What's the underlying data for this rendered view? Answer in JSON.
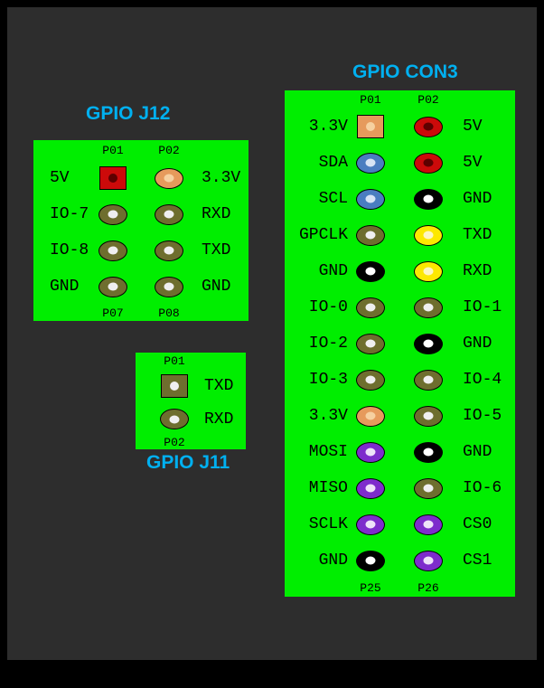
{
  "colors": {
    "frame": "#000000",
    "background": "#2d2d2d",
    "block": "#00ee00",
    "title": "#00b0f0",
    "label": "#000000"
  },
  "pin_colors": {
    "red": {
      "ring": "#cc0a0a",
      "hole": "#5e0000"
    },
    "orange": {
      "ring": "#e69a5c",
      "hole": "#f6d0a0"
    },
    "olive": {
      "ring": "#6e6e2e",
      "hole": "#efefef"
    },
    "black": {
      "ring": "#000000",
      "hole": "#ffffff"
    },
    "yellow": {
      "ring": "#fde800",
      "hole": "#fdf6c3"
    },
    "blue": {
      "ring": "#4a7dc0",
      "hole": "#d7e3f4"
    },
    "purple": {
      "ring": "#7e2ccc",
      "hole": "#eee2f8"
    }
  },
  "j12": {
    "title": "GPIO J12",
    "top_labels": [
      "P01",
      "P02"
    ],
    "bottom_labels": [
      "P07",
      "P08"
    ],
    "rows": [
      {
        "left_label": "5V",
        "pins": [
          {
            "color": "red",
            "shape": "square"
          },
          {
            "color": "orange",
            "shape": "oval"
          }
        ],
        "right_label": "3.3V"
      },
      {
        "left_label": "IO-7",
        "pins": [
          {
            "color": "olive",
            "shape": "oval"
          },
          {
            "color": "olive",
            "shape": "oval"
          }
        ],
        "right_label": "RXD"
      },
      {
        "left_label": "IO-8",
        "pins": [
          {
            "color": "olive",
            "shape": "oval"
          },
          {
            "color": "olive",
            "shape": "oval"
          }
        ],
        "right_label": "TXD"
      },
      {
        "left_label": "GND",
        "pins": [
          {
            "color": "olive",
            "shape": "oval"
          },
          {
            "color": "olive",
            "shape": "oval"
          }
        ],
        "right_label": "GND"
      }
    ]
  },
  "j11": {
    "title": "GPIO J11",
    "top_label": "P01",
    "bottom_label": "P02",
    "rows": [
      {
        "pin": {
          "color": "olive",
          "shape": "square"
        },
        "label": "TXD"
      },
      {
        "pin": {
          "color": "olive",
          "shape": "oval"
        },
        "label": "RXD"
      }
    ]
  },
  "con3": {
    "title": "GPIO CON3",
    "top_labels": [
      "P01",
      "P02"
    ],
    "bottom_labels": [
      "P25",
      "P26"
    ],
    "rows": [
      {
        "left_label": "3.3V",
        "pins": [
          {
            "color": "orange",
            "shape": "square"
          },
          {
            "color": "red",
            "shape": "oval"
          }
        ],
        "right_label": "5V"
      },
      {
        "left_label": "SDA",
        "pins": [
          {
            "color": "blue",
            "shape": "oval"
          },
          {
            "color": "red",
            "shape": "oval"
          }
        ],
        "right_label": "5V"
      },
      {
        "left_label": "SCL",
        "pins": [
          {
            "color": "blue",
            "shape": "oval"
          },
          {
            "color": "black",
            "shape": "oval"
          }
        ],
        "right_label": "GND"
      },
      {
        "left_label": "GPCLK",
        "pins": [
          {
            "color": "olive",
            "shape": "oval"
          },
          {
            "color": "yellow",
            "shape": "oval"
          }
        ],
        "right_label": "TXD"
      },
      {
        "left_label": "GND",
        "pins": [
          {
            "color": "black",
            "shape": "oval"
          },
          {
            "color": "yellow",
            "shape": "oval"
          }
        ],
        "right_label": "RXD"
      },
      {
        "left_label": "IO-0",
        "pins": [
          {
            "color": "olive",
            "shape": "oval"
          },
          {
            "color": "olive",
            "shape": "oval"
          }
        ],
        "right_label": "IO-1"
      },
      {
        "left_label": "IO-2",
        "pins": [
          {
            "color": "olive",
            "shape": "oval"
          },
          {
            "color": "black",
            "shape": "oval"
          }
        ],
        "right_label": "GND"
      },
      {
        "left_label": "IO-3",
        "pins": [
          {
            "color": "olive",
            "shape": "oval"
          },
          {
            "color": "olive",
            "shape": "oval"
          }
        ],
        "right_label": "IO-4"
      },
      {
        "left_label": "3.3V",
        "pins": [
          {
            "color": "orange",
            "shape": "oval"
          },
          {
            "color": "olive",
            "shape": "oval"
          }
        ],
        "right_label": "IO-5"
      },
      {
        "left_label": "MOSI",
        "pins": [
          {
            "color": "purple",
            "shape": "oval"
          },
          {
            "color": "black",
            "shape": "oval"
          }
        ],
        "right_label": "GND"
      },
      {
        "left_label": "MISO",
        "pins": [
          {
            "color": "purple",
            "shape": "oval"
          },
          {
            "color": "olive",
            "shape": "oval"
          }
        ],
        "right_label": "IO-6"
      },
      {
        "left_label": "SCLK",
        "pins": [
          {
            "color": "purple",
            "shape": "oval"
          },
          {
            "color": "purple",
            "shape": "oval"
          }
        ],
        "right_label": "CS0"
      },
      {
        "left_label": "GND",
        "pins": [
          {
            "color": "black",
            "shape": "oval"
          },
          {
            "color": "purple",
            "shape": "oval"
          }
        ],
        "right_label": "CS1"
      }
    ]
  }
}
